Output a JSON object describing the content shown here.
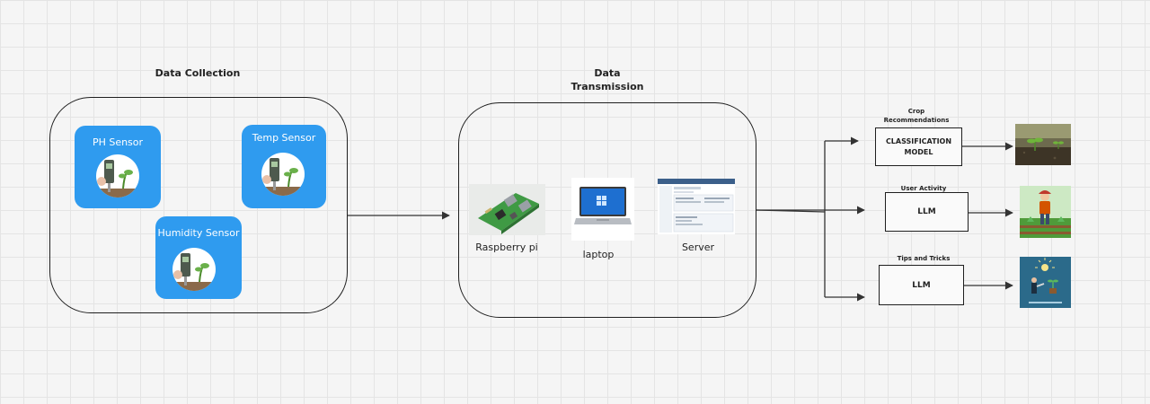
{
  "data_collection": {
    "title": "Data Collection",
    "sensors": [
      "PH Sensor",
      "Temp Sensor",
      "Humidity Sensor"
    ]
  },
  "data_transmission": {
    "title_line1": "Data",
    "title_line2": "Transmission",
    "devices": [
      "Raspberry pi",
      "laptop",
      "Server"
    ]
  },
  "outputs": [
    {
      "label_line1": "Crop",
      "label_line2": "Recommendations",
      "box_line1": "CLASSIFICATION",
      "box_line2": "MODEL"
    },
    {
      "label_line1": "User Activity",
      "label_line2": "",
      "box_line1": "LLM",
      "box_line2": ""
    },
    {
      "label_line1": "Tips and Tricks",
      "label_line2": "",
      "box_line1": "LLM",
      "box_line2": ""
    }
  ],
  "colors": {
    "sensor_card": "#2f9bef",
    "lines": "#333333",
    "grid_bg": "#f5f5f5"
  }
}
